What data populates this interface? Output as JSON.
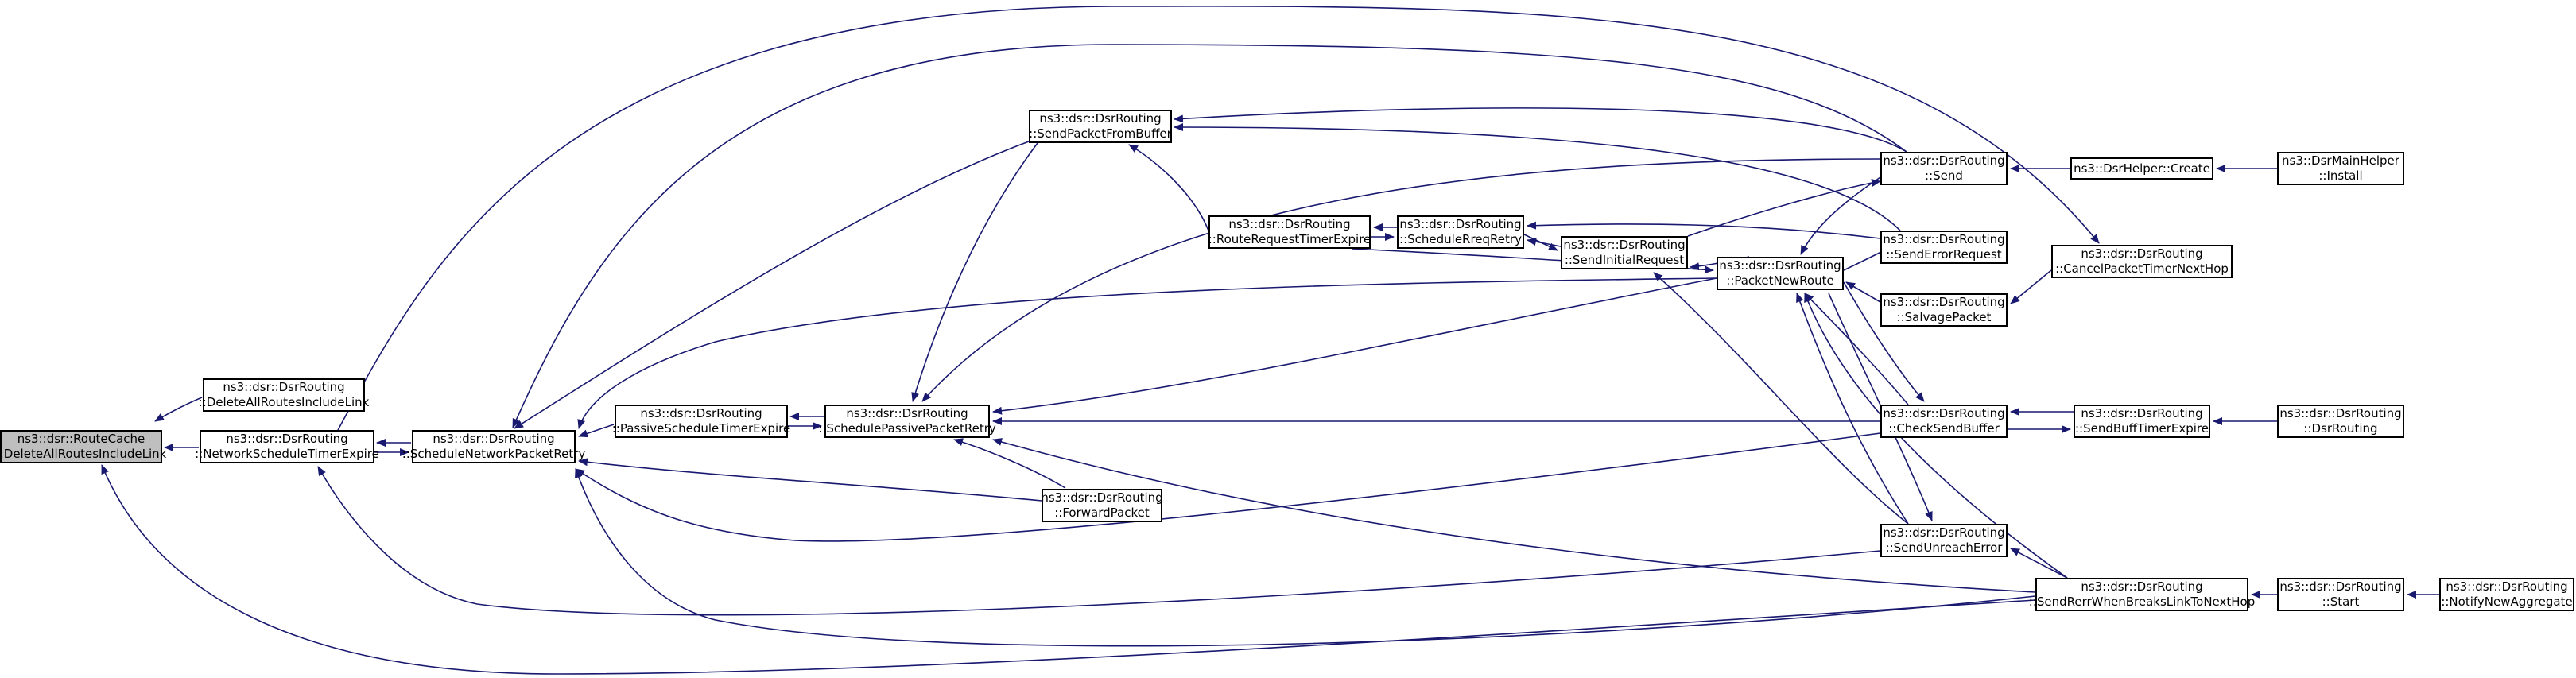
{
  "diagram": {
    "type": "call-graph",
    "edge_color": "#191970",
    "focus_fill": "#bfbfbf",
    "nodes": [
      {
        "id": "n0",
        "line1": "ns3::dsr::RouteCache",
        "line2": "::DeleteAllRoutesIncludeLink"
      },
      {
        "id": "n1",
        "line1": "ns3::dsr::DsrRouting",
        "line2": "::DeleteAllRoutesIncludeLink"
      },
      {
        "id": "n2",
        "line1": "ns3::dsr::DsrRouting",
        "line2": "::NetworkScheduleTimerExpire"
      },
      {
        "id": "n3",
        "line1": "ns3::dsr::DsrRouting",
        "line2": "::ScheduleNetworkPacketRetry"
      },
      {
        "id": "n4",
        "line1": "ns3::dsr::DsrRouting",
        "line2": "::PassiveScheduleTimerExpire"
      },
      {
        "id": "n5",
        "line1": "ns3::dsr::DsrRouting",
        "line2": "::SchedulePassivePacketRetry"
      },
      {
        "id": "n6",
        "line1": "ns3::dsr::DsrRouting",
        "line2": "::SendPacketFromBuffer"
      },
      {
        "id": "n7",
        "line1": "ns3::dsr::DsrRouting",
        "line2": "::ForwardPacket"
      },
      {
        "id": "n8",
        "line1": "ns3::dsr::DsrRouting",
        "line2": "::RouteRequestTimerExpire"
      },
      {
        "id": "n9",
        "line1": "ns3::dsr::DsrRouting",
        "line2": "::ScheduleRreqRetry"
      },
      {
        "id": "n10",
        "line1": "ns3::dsr::DsrRouting",
        "line2": "::SendInitialRequest"
      },
      {
        "id": "n11",
        "line1": "ns3::dsr::DsrRouting",
        "line2": "::PacketNewRoute"
      },
      {
        "id": "n12",
        "line1": "ns3::dsr::DsrRouting",
        "line2": "::Send"
      },
      {
        "id": "n13",
        "line1": "ns3::dsr::DsrRouting",
        "line2": "::SendErrorRequest"
      },
      {
        "id": "n14",
        "line1": "ns3::dsr::DsrRouting",
        "line2": "::SalvagePacket"
      },
      {
        "id": "n15",
        "line1": "ns3::dsr::DsrRouting",
        "line2": "::CheckSendBuffer"
      },
      {
        "id": "n16",
        "line1": "ns3::dsr::DsrRouting",
        "line2": "::SendUnreachError"
      },
      {
        "id": "n17",
        "line1": "ns3::DsrHelper::Create",
        "line2": ""
      },
      {
        "id": "n18",
        "line1": "ns3::DsrMainHelper",
        "line2": "::Install"
      },
      {
        "id": "n19",
        "line1": "ns3::dsr::DsrRouting",
        "line2": "::CancelPacketTimerNextHop"
      },
      {
        "id": "n20",
        "line1": "ns3::dsr::DsrRouting",
        "line2": "::SendBuffTimerExpire"
      },
      {
        "id": "n21",
        "line1": "ns3::dsr::DsrRouting",
        "line2": "::DsrRouting"
      },
      {
        "id": "n22",
        "line1": "ns3::dsr::DsrRouting",
        "line2": "::SendRerrWhenBreaksLinkToNextHop"
      },
      {
        "id": "n23",
        "line1": "ns3::dsr::DsrRouting",
        "line2": "::Start"
      },
      {
        "id": "n24",
        "line1": "ns3::dsr::DsrRouting",
        "line2": "::NotifyNewAggregate"
      }
    ]
  }
}
